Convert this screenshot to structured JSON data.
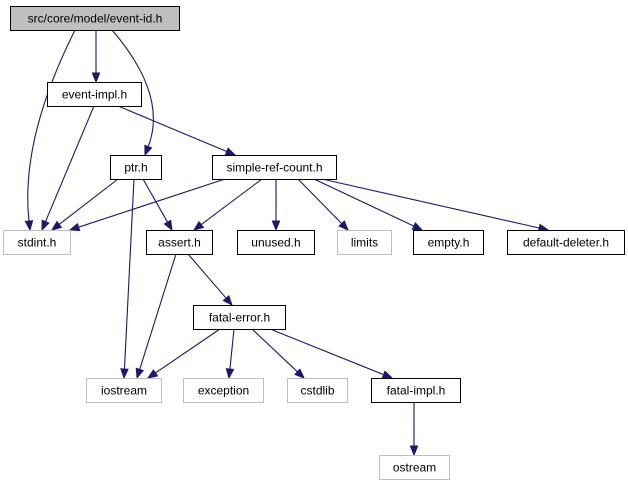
{
  "graph": {
    "nodes": [
      {
        "id": "event-id",
        "label": "src/core/model/event-id.h",
        "style": "root"
      },
      {
        "id": "event-impl",
        "label": "event-impl.h",
        "style": "documented"
      },
      {
        "id": "ptr",
        "label": "ptr.h",
        "style": "documented"
      },
      {
        "id": "simple-ref-count",
        "label": "simple-ref-count.h",
        "style": "documented"
      },
      {
        "id": "stdint",
        "label": "stdint.h",
        "style": "external"
      },
      {
        "id": "assert",
        "label": "assert.h",
        "style": "documented"
      },
      {
        "id": "unused",
        "label": "unused.h",
        "style": "documented"
      },
      {
        "id": "limits",
        "label": "limits",
        "style": "external"
      },
      {
        "id": "empty",
        "label": "empty.h",
        "style": "documented"
      },
      {
        "id": "default-deleter",
        "label": "default-deleter.h",
        "style": "documented"
      },
      {
        "id": "fatal-error",
        "label": "fatal-error.h",
        "style": "documented"
      },
      {
        "id": "iostream",
        "label": "iostream",
        "style": "external"
      },
      {
        "id": "exception",
        "label": "exception",
        "style": "external"
      },
      {
        "id": "cstdlib",
        "label": "cstdlib",
        "style": "external"
      },
      {
        "id": "fatal-impl",
        "label": "fatal-impl.h",
        "style": "documented"
      },
      {
        "id": "ostream",
        "label": "ostream",
        "style": "external"
      }
    ],
    "edges": [
      {
        "from": "event-id",
        "to": "event-impl"
      },
      {
        "from": "event-id",
        "to": "stdint"
      },
      {
        "from": "event-id",
        "to": "ptr"
      },
      {
        "from": "event-impl",
        "to": "stdint"
      },
      {
        "from": "event-impl",
        "to": "simple-ref-count"
      },
      {
        "from": "ptr",
        "to": "stdint"
      },
      {
        "from": "ptr",
        "to": "assert"
      },
      {
        "from": "ptr",
        "to": "iostream"
      },
      {
        "from": "simple-ref-count",
        "to": "stdint"
      },
      {
        "from": "simple-ref-count",
        "to": "assert"
      },
      {
        "from": "simple-ref-count",
        "to": "unused"
      },
      {
        "from": "simple-ref-count",
        "to": "limits"
      },
      {
        "from": "simple-ref-count",
        "to": "empty"
      },
      {
        "from": "simple-ref-count",
        "to": "default-deleter"
      },
      {
        "from": "assert",
        "to": "fatal-error"
      },
      {
        "from": "assert",
        "to": "iostream"
      },
      {
        "from": "fatal-error",
        "to": "iostream"
      },
      {
        "from": "fatal-error",
        "to": "exception"
      },
      {
        "from": "fatal-error",
        "to": "cstdlib"
      },
      {
        "from": "fatal-error",
        "to": "fatal-impl"
      },
      {
        "from": "fatal-impl",
        "to": "ostream"
      }
    ]
  },
  "colors": {
    "root_fill": "#bfbfbf",
    "root_stroke": "#000000",
    "documented_fill": "#ffffff",
    "documented_stroke": "#000000",
    "external_fill": "#ffffff",
    "external_stroke": "#bfbfbf",
    "edge": "#191970"
  }
}
